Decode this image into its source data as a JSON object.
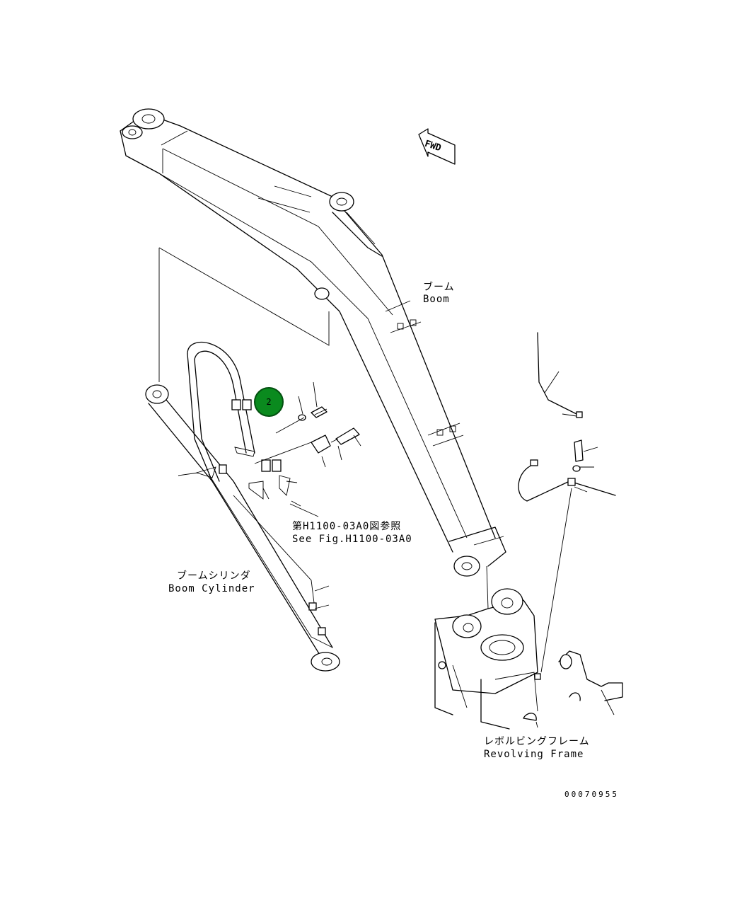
{
  "labels": {
    "boom_jp": "ブーム",
    "boom_en": "Boom",
    "see_fig_jp": "第H1100-03A0図参照",
    "see_fig_en": "See Fig.H1100-03A0",
    "boom_cylinder_jp": "ブームシリンダ",
    "boom_cylinder_en": "Boom Cylinder",
    "revolving_frame_jp": "レボルビングフレーム",
    "revolving_frame_en": "Revolving Frame",
    "fwd": "FWD",
    "drawing_number": "00070955"
  },
  "callout": {
    "number": "2",
    "color": "#0a8a1e"
  }
}
